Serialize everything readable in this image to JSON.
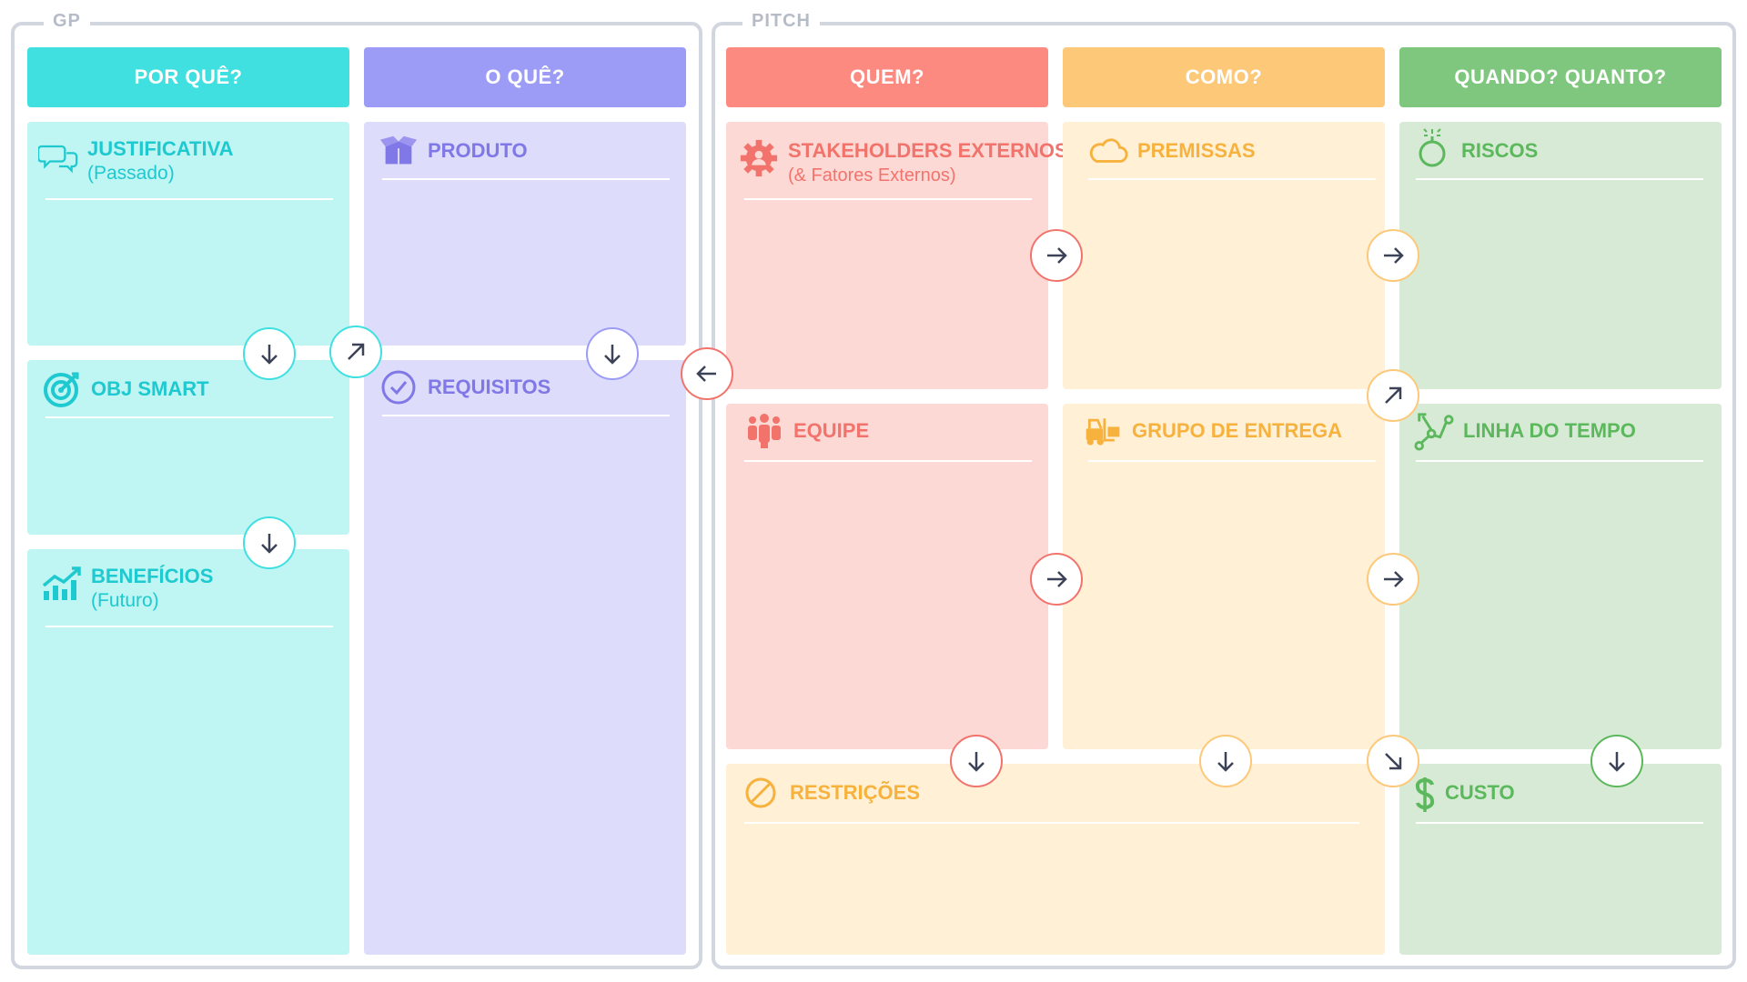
{
  "sections": {
    "gp": "GP",
    "pitch": "PITCH"
  },
  "headers": {
    "por_que": "POR QUÊ?",
    "o_que": "O QUÊ?",
    "quem": "QUEM?",
    "como": "COMO?",
    "quando": "QUANDO? QUANTO?"
  },
  "cards": {
    "justificativa": {
      "title": "JUSTIFICATIVA",
      "subtitle": "(Passado)",
      "icon": "speech-bubbles-icon"
    },
    "obj_smart": {
      "title": "OBJ SMART",
      "icon": "target-icon"
    },
    "beneficios": {
      "title": "BENEFÍCIOS",
      "subtitle": "(Futuro)",
      "icon": "growth-chart-icon"
    },
    "produto": {
      "title": "PRODUTO",
      "icon": "open-box-icon"
    },
    "requisitos": {
      "title": "REQUISITOS",
      "icon": "check-circle-icon"
    },
    "stakeholders": {
      "title": "STAKEHOLDERS EXTERNOS",
      "subtitle": "(& Fatores Externos)",
      "icon": "gear-person-icon"
    },
    "equipe": {
      "title": "EQUIPE",
      "icon": "team-icon"
    },
    "premissas": {
      "title": "PREMISSAS",
      "icon": "cloud-icon"
    },
    "grupo_entrega": {
      "title": "GRUPO DE ENTREGA",
      "icon": "forklift-icon"
    },
    "riscos": {
      "title": "RISCOS",
      "icon": "bomb-icon"
    },
    "linha_tempo": {
      "title": "LINHA DO TEMPO",
      "icon": "timeline-icon"
    },
    "restricoes": {
      "title": "RESTRIÇÕES",
      "icon": "prohibited-icon"
    },
    "custo": {
      "title": "CUSTO",
      "icon": "dollar-icon"
    }
  },
  "colors": {
    "teal": "#40e0e0",
    "teal_light": "#bff5f3",
    "teal_text": "#1ec9cf",
    "purple": "#9c9cf7",
    "purple_light": "#dedcfb",
    "purple_text": "#7f78e6",
    "red": "#fc8a80",
    "red_light": "#fdd9d6",
    "red_text": "#f2736c",
    "orange": "#fdc878",
    "orange_light": "#fff0d6",
    "orange_text": "#f7b23e",
    "green": "#7fc77f",
    "green_light": "#d7ead5",
    "green_text": "#5cb85c",
    "arrow": "#3c4257"
  }
}
